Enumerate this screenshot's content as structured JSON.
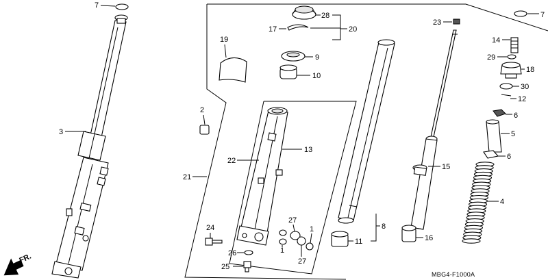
{
  "diagram": {
    "code": "MBG4-F1000A",
    "front_marker": "FR.",
    "callouts": {
      "c7a": "7",
      "c3": "3",
      "c2": "2",
      "c19": "19",
      "c21": "21",
      "c22": "22",
      "c13": "13",
      "c24": "24",
      "c26": "26",
      "c25": "25",
      "c27a": "27",
      "c1a": "1",
      "c1b": "1",
      "c27b": "27",
      "c28": "28",
      "c17": "17",
      "c20": "20",
      "c9": "9",
      "c10": "10",
      "c8": "8",
      "c11": "11",
      "c23": "23",
      "c15": "15",
      "c16": "16",
      "c7b": "7",
      "c14": "14",
      "c29": "29",
      "c18": "18",
      "c30": "30",
      "c12": "12",
      "c6a": "6",
      "c5": "5",
      "c6b": "6",
      "c4": "4"
    }
  }
}
